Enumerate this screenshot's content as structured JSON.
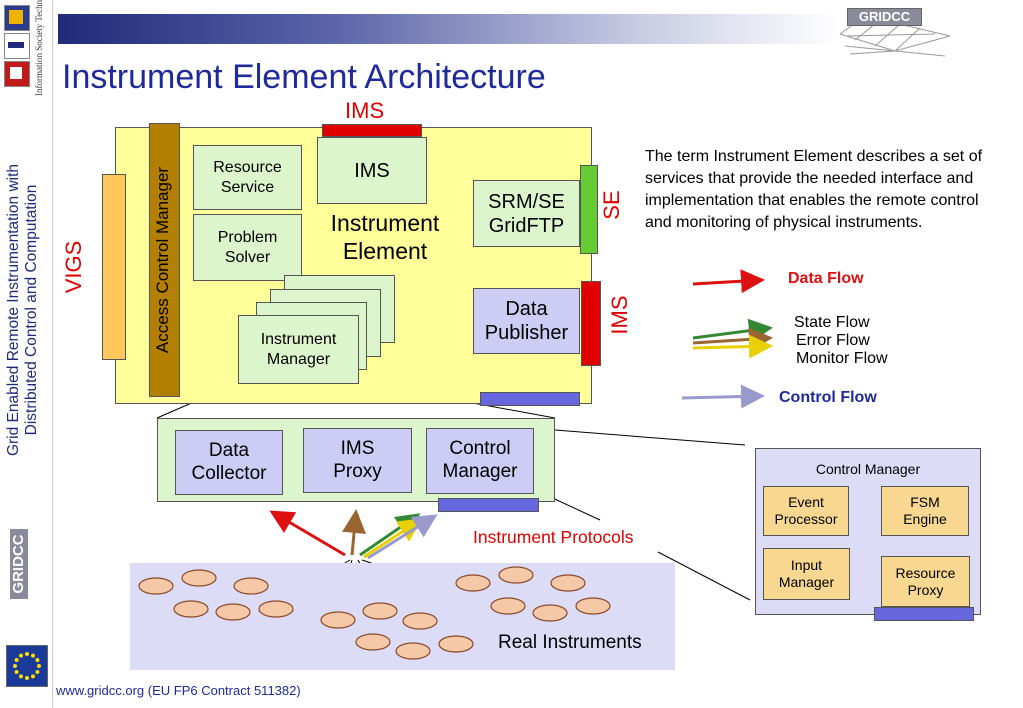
{
  "slide": {
    "title": "Instrument Element Architecture",
    "footer": "www.gridcc.org (EU FP6 Contract 511382)",
    "sidebar_title_line1": "Grid Enabled Remote Instrumentation with",
    "sidebar_title_line2": "Distributed Control and Computation",
    "ist_logo_text": "Information Society Technologies",
    "gridcc_logo": "GRIDCC",
    "eu_flag_icon": "eu-flag-icon"
  },
  "diagram": {
    "ims_top": "IMS",
    "vigs": "VIGS",
    "access_control": "Access Control Manager",
    "resource_service": "Resource\nService",
    "problem_solver": "Problem\nSolver",
    "ims_inner": "IMS",
    "instrument_element": "Instrument\nElement",
    "srm_se": "SRM/SE\nGridFTP",
    "se": "SE",
    "data_publisher": "Data\nPublisher",
    "ims_right": "IMS",
    "instrument_manager": "Instrument\nManager",
    "data_collector": "Data\nCollector",
    "ims_proxy": "IMS\nProxy",
    "control_manager_box": "Control\nManager",
    "instrument_protocols": "Instrument Protocols",
    "real_instruments": "Real Instruments",
    "detail_title": "Control Manager",
    "event_processor": "Event\nProcessor",
    "fsm_engine": "FSM\nEngine",
    "input_manager": "Input\nManager",
    "resource_proxy": "Resource\nProxy"
  },
  "description": "The term Instrument Element describes a set of services that provide the needed interface and implementation that enables the remote control and monitoring of physical instruments.",
  "legend": {
    "data_flow": "Data Flow",
    "state_flow": "State Flow",
    "error_flow": "Error Flow",
    "monitor_flow": "Monitor Flow",
    "control_flow": "Control Flow"
  },
  "colors": {
    "title_blue": "#1f2a9a",
    "ie_yellow": "#ffff99",
    "light_green": "#ddf5cc",
    "lavender": "#ccccf4",
    "detail_bg": "#dcdcf6",
    "instrument_pool": "#dcdcf6",
    "ellipse_fill": "#f5c8a8",
    "red": "#e00000",
    "data_flow_red": "#dd1111",
    "state_green": "#338833",
    "error_brown": "#996633",
    "monitor_yellow": "#e8d000",
    "control_lavender": "#9999cc",
    "brown_bar": "#b37f00",
    "orange_bar": "#ffc85a",
    "green_bar": "#66cc33",
    "blue_bar": "#6666dd",
    "detail_box": "#f8d890"
  }
}
